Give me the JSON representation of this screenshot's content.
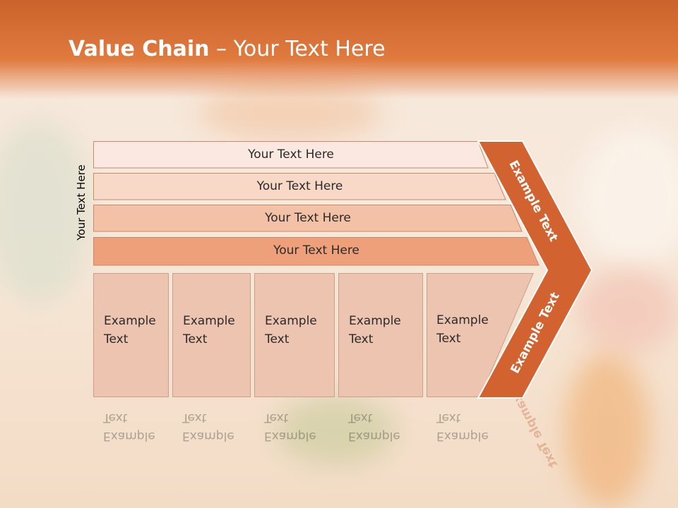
{
  "title": {
    "bold": "Value Chain",
    "rest": " – Your Text Here"
  },
  "side_label": "Your Text Here",
  "bands": [
    {
      "label": "Your Text Here",
      "fill": "#fbe9e1"
    },
    {
      "label": "Your Text Here",
      "fill": "#f8d9c8"
    },
    {
      "label": "Your Text Here",
      "fill": "#f3c1a6"
    },
    {
      "label": "Your Text Here",
      "fill": "#eea07a"
    }
  ],
  "columns": [
    {
      "line1": "Example",
      "line2": "Text"
    },
    {
      "line1": "Example",
      "line2": "Text"
    },
    {
      "line1": "Example",
      "line2": "Text"
    },
    {
      "line1": "Example",
      "line2": "Text"
    },
    {
      "line1": "Example",
      "line2": "Text"
    }
  ],
  "chevron": {
    "upper": "Example Text",
    "lower": "Example Text",
    "color": "#d2622f"
  },
  "colors": {
    "header": "#d96f35",
    "column_fill": "#ecc4b0"
  }
}
